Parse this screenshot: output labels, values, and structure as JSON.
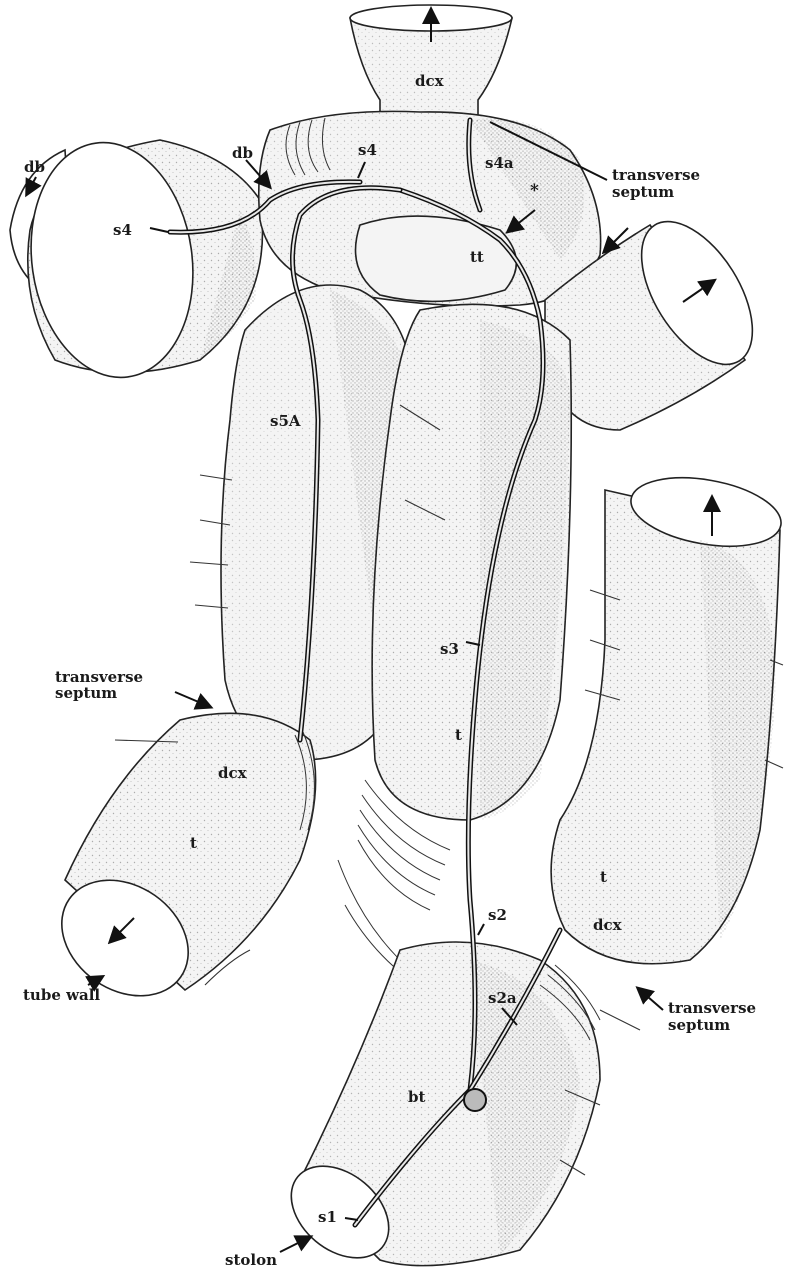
{
  "figure": {
    "labels": {
      "dcx_top": "dcx",
      "db_left": "db",
      "db_mid": "db",
      "s4_top": "s4",
      "s4_left": "s4",
      "s4a": "s4a",
      "asterisk": "*",
      "transverse_septum_top_1": "transverse",
      "transverse_septum_top_2": "septum",
      "tt": "tt",
      "s5A": "s5A",
      "s3": "s3",
      "transverse_septum_left_1": "transverse",
      "transverse_septum_left_2": "septum",
      "dcx_left": "dcx",
      "t_center": "t",
      "t_left": "t",
      "t_right": "t",
      "dcx_right": "dcx",
      "s2": "s2",
      "s2a": "s2a",
      "transverse_septum_right_1": "transverse",
      "transverse_septum_right_2": "septum",
      "tube_wall": "tube wall",
      "bt": "bt",
      "s1": "s1",
      "stolon": "stolon"
    },
    "colors": {
      "ink": "#1a1a1a",
      "tube_fill": "#f4f4f4",
      "stipple": "#6a6a6a"
    }
  }
}
